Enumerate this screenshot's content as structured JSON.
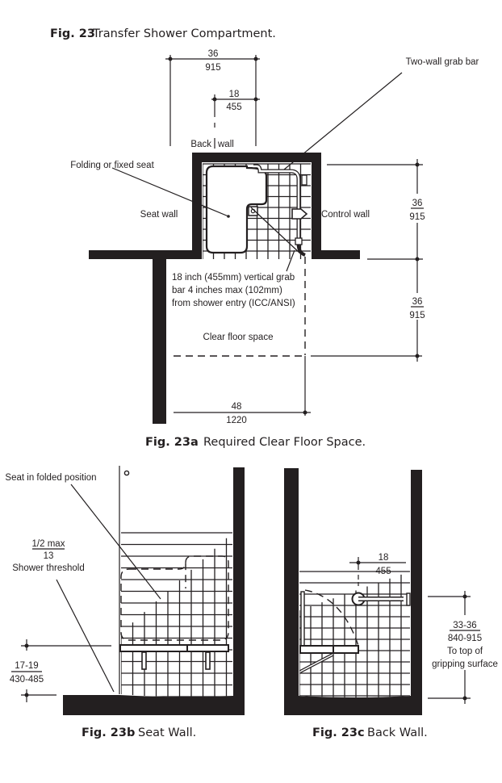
{
  "figure_23": {
    "caption_number": "Fig. 23",
    "caption_title": "Transfer Shower Compartment.",
    "labels": {
      "back_wall_left": "Back",
      "back_wall_right": "wall",
      "two_wall_grab_bar": "Two-wall grab bar",
      "folding_or_fixed_seat": "Folding or fixed seat",
      "seat_wall": "Seat wall",
      "control_wall": "Control wall",
      "vertical_grab_bar_line1": "18 inch (455mm) vertical grab",
      "vertical_grab_bar_line2": "bar 4 inches max (102mm)",
      "vertical_grab_bar_line3": "from shower entry (ICC/ANSI)",
      "clear_floor_space": "Clear floor space"
    },
    "dimensions": {
      "width_in": "36",
      "width_mm": "915",
      "offset_in": "18",
      "offset_mm": "455",
      "depth_in": "36",
      "depth_mm": "915",
      "clear_depth_in": "36",
      "clear_depth_mm": "915",
      "clear_width_in": "48",
      "clear_width_mm": "1220"
    }
  },
  "figure_23a": {
    "caption_number": "Fig. 23a",
    "caption_title": "Required Clear Floor Space."
  },
  "figure_23b": {
    "caption_number": "Fig. 23b",
    "caption_title": "Seat Wall.",
    "labels": {
      "seat_folded": "Seat in folded position",
      "threshold_max": "1/2 max",
      "threshold_mm": "13",
      "threshold_label": "Shower threshold"
    },
    "dimensions": {
      "seat_height_in": "17-19",
      "seat_height_mm": "430-485"
    }
  },
  "figure_23c": {
    "caption_number": "Fig. 23c",
    "caption_title": "Back Wall.",
    "labels": {
      "grip_line1": "To top of",
      "grip_line2": "gripping surface"
    },
    "dimensions": {
      "bar_length_in": "18",
      "bar_length_mm": "455",
      "bar_height_in": "33-36",
      "bar_height_mm": "840-915"
    }
  }
}
